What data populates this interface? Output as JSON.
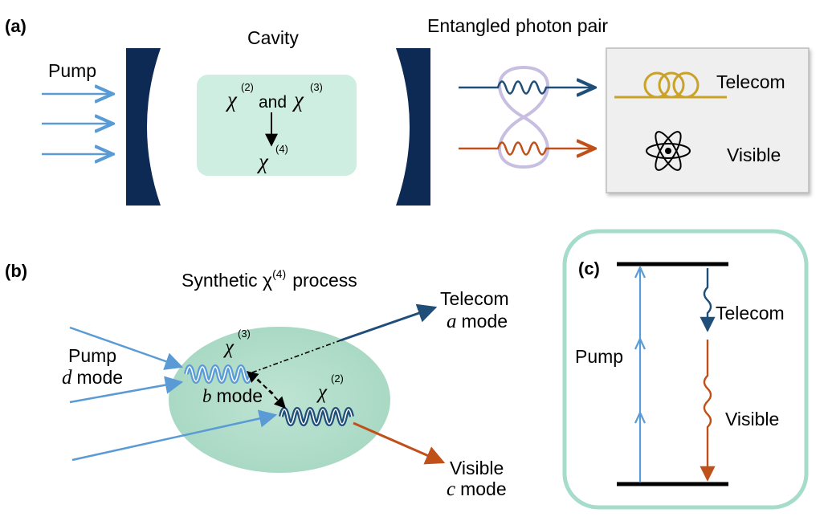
{
  "panel_a": {
    "panel_label": "(a)",
    "pump_label": "Pump",
    "cavity_label": "Cavity",
    "chi": "χ",
    "chi2_order": "(2)",
    "and_text": "and",
    "chi3_order": "(3)",
    "chi4_order": "(4)",
    "pair_label": "Entangled photon pair",
    "telecom_label": "Telecom",
    "visible_label": "Visible"
  },
  "panel_b": {
    "panel_label": "(b)",
    "process_prefix": "Synthetic χ",
    "process_order": "(4)",
    "process_suffix": "process",
    "pump_label": "Pump",
    "pump_mode_var": "d",
    "mode_word": "mode",
    "chi": "χ",
    "chi3_order": "(3)",
    "chi2_order": "(2)",
    "b_mode_var": "b",
    "telecom_label": "Telecom",
    "a_mode_var": "a",
    "visible_label": "Visible",
    "c_mode_var": "c"
  },
  "panel_c": {
    "panel_label": "(c)",
    "pump_label": "Pump",
    "telecom_label": "Telecom",
    "visible_label": "Visible"
  },
  "colors": {
    "pump_blue": "#5b9bd5",
    "telecom_navy": "#1f4e79",
    "visible_orange": "#c0501a",
    "mirror_navy": "#0d2a55",
    "cavity_green": "#cfeee2",
    "fiber_gold": "#c9a227",
    "frame_teal": "#a5dccb"
  }
}
